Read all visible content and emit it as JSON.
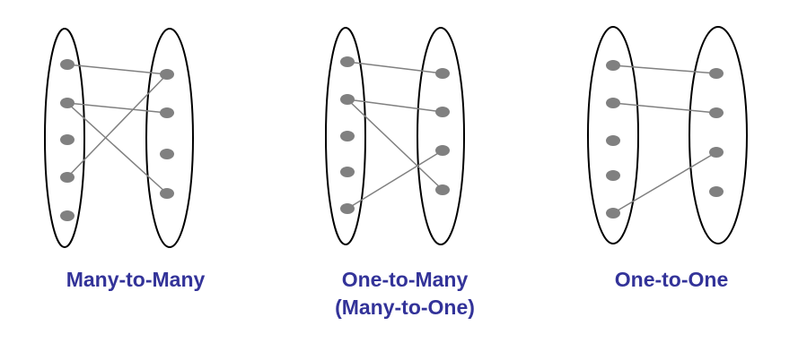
{
  "colors": {
    "label": "#333399",
    "dot": "#808080",
    "line": "#808080",
    "outline": "#000000"
  },
  "diagrams": [
    {
      "title": "Many-to-Many",
      "subtitle": "",
      "left_count": 5,
      "right_count": 4,
      "mappings": [
        [
          0,
          0
        ],
        [
          1,
          1
        ],
        [
          1,
          3
        ],
        [
          3,
          0
        ]
      ]
    },
    {
      "title": "One-to-Many",
      "subtitle": "(Many-to-One)",
      "left_count": 5,
      "right_count": 4,
      "mappings": [
        [
          0,
          0
        ],
        [
          1,
          1
        ],
        [
          1,
          3
        ],
        [
          4,
          2
        ]
      ]
    },
    {
      "title": "One-to-One",
      "subtitle": "",
      "left_count": 5,
      "right_count": 4,
      "mappings": [
        [
          0,
          0
        ],
        [
          1,
          1
        ],
        [
          4,
          2
        ]
      ]
    }
  ]
}
